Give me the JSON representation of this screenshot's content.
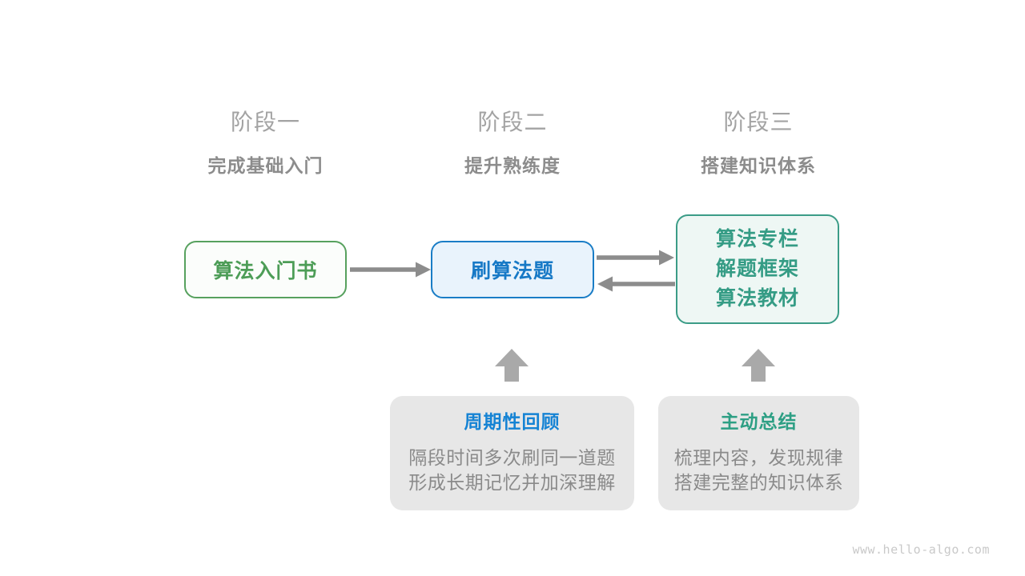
{
  "page": {
    "watermark": "www.hello-algo.com"
  },
  "stages": [
    {
      "label": "阶段一",
      "subtitle": "完成基础入门"
    },
    {
      "label": "阶段二",
      "subtitle": "提升熟练度"
    },
    {
      "label": "阶段三",
      "subtitle": "搭建知识体系"
    }
  ],
  "nodes": {
    "intro_book": {
      "lines": [
        "算法入门书"
      ]
    },
    "practice": {
      "lines": [
        "刷算法题"
      ]
    },
    "resources": {
      "lines": [
        "算法专栏",
        "解题框架",
        "算法教材"
      ]
    }
  },
  "notes": [
    {
      "title": "周期性回顾",
      "body_lines": [
        "隔段时间多次刷同一道题",
        "形成长期记忆并加深理解"
      ]
    },
    {
      "title": "主动总结",
      "body_lines": [
        "梳理内容，发现规律",
        "搭建完整的知识体系"
      ]
    }
  ],
  "icons": {
    "flow_arrow_1": "right-arrow-icon",
    "flow_arrow_2": "right-arrow-icon",
    "flow_arrow_3": "left-arrow-icon",
    "up_arrow_1": "up-block-arrow-icon",
    "up_arrow_2": "up-block-arrow-icon"
  },
  "colors": {
    "node_green_border": "#57a15e",
    "node_green_text": "#4d9d57",
    "node_green_bg": "#fbfdfb",
    "node_blue_border": "#1a7dc6",
    "node_blue_text": "#1779c6",
    "node_blue_bg": "#e9f3fc",
    "node_teal_border": "#3b9c87",
    "node_teal_text": "#359c85",
    "node_teal_bg": "#eef7f4",
    "stage_label_gray": "#a3a3a3",
    "stage_subtitle_gray": "#8c8c8c",
    "flow_arrow_gray": "#8c8c8c",
    "block_arrow_gray": "#a9a9a9",
    "note_bg": "#e7e7e7",
    "note_title_blue": "#1583d4",
    "note_title_teal": "#2d9f84",
    "note_body_gray": "#8a8a8a",
    "watermark_gray": "#c9c9c9"
  }
}
